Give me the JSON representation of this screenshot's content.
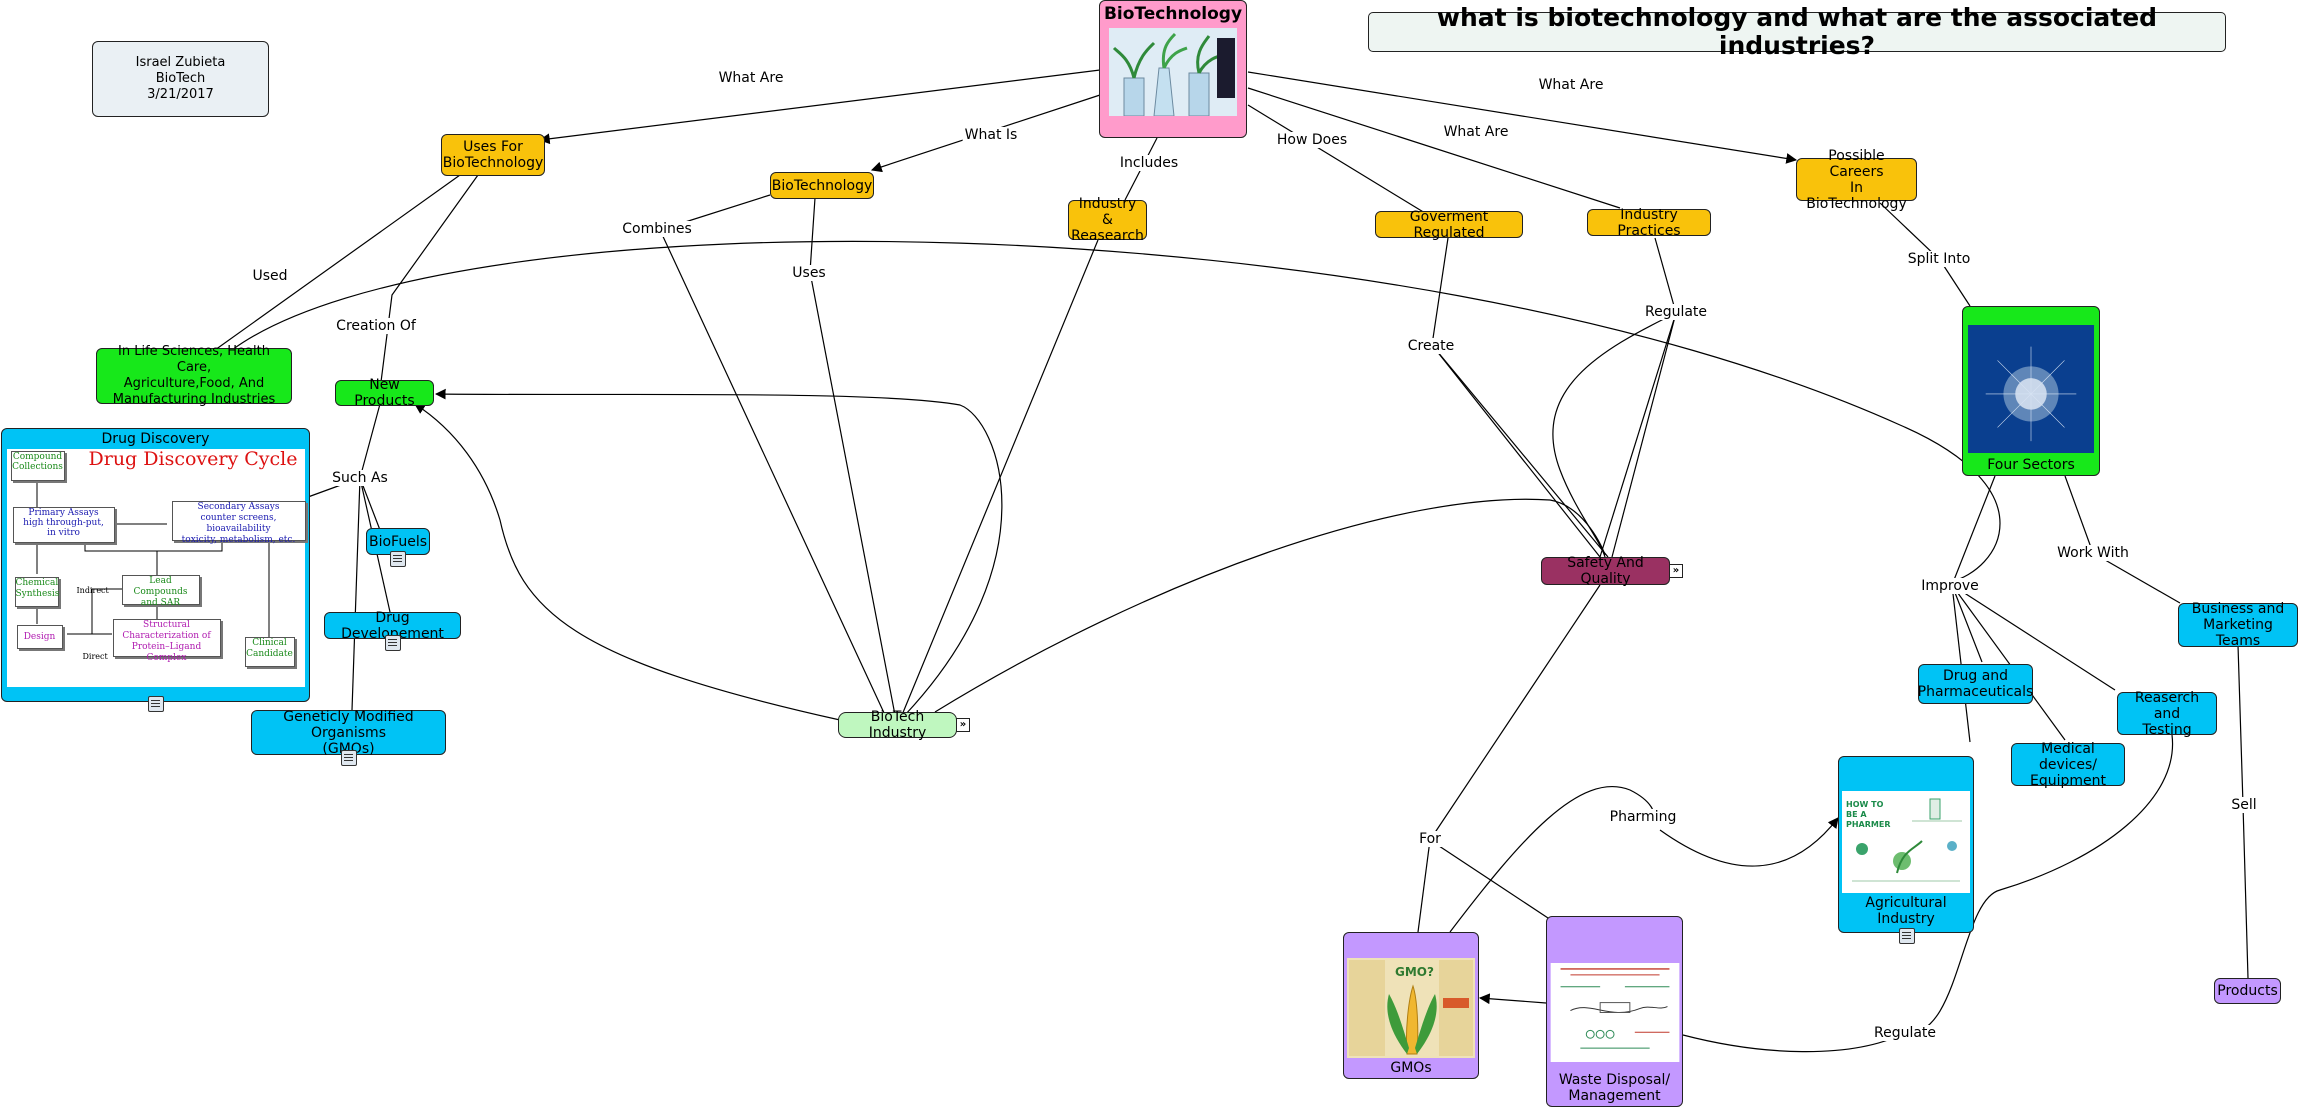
{
  "title": "what is biotechnology and what are the associated industries?",
  "author_box": {
    "name": "Israel Zubieta",
    "subject": "BioTech",
    "date": "3/21/2017"
  },
  "nodes": {
    "biotech_root": "BioTechnology",
    "uses_for": "Uses For\nBioTechnology",
    "biotechnology": "BioTechnology",
    "industry_research": "Industry &\nReasearch",
    "government_regulated": "Goverment Regulated",
    "industry_practices": "Industry Practices",
    "possible_careers": "Possible Careers\nIn BioTechnology",
    "life_sciences": "In Life Sciences, Health Care,\nAgriculture,Food, And\nManufacturing Industries",
    "new_products": "New Products",
    "drug_discovery": "Drug Discovery",
    "biofuels": "BioFuels",
    "drug_development": "Drug Developement",
    "gmos_organisms": "Geneticly Modified Organisms\n(GMOs)",
    "biotech_industry": "BioTech Industry",
    "safety_quality": "Safety And Quality",
    "four_sectors": "Four Sectors",
    "business_marketing": "Business and\nMarketing Teams",
    "drug_pharma": "Drug and\nPharmaceuticals",
    "medical_devices": "Medical devices/\nEquipment",
    "research_testing": "Reaserch and\nTesting",
    "agricultural": "Agricultural\nIndustry",
    "gmos": "GMOs",
    "waste_disposal": "Waste Disposal/\nManagement",
    "products": "Products"
  },
  "edge_labels": {
    "what_are_left": "What Are",
    "what_is": "What Is",
    "includes": "Includes",
    "how_does": "How Does",
    "what_are_mid": "What Are",
    "what_are_right": "What Are",
    "used": "Used",
    "combines": "Combines",
    "creation_of": "Creation Of",
    "uses": "Uses",
    "such_as": "Such As",
    "create": "Create",
    "regulate_top": "Regulate",
    "split_into": "Split Into",
    "improve": "Improve",
    "work_with": "Work With",
    "sell": "Sell",
    "pharming": "Pharming",
    "for": "For",
    "regulate_bottom": "Regulate"
  },
  "drug_cycle": {
    "title": "Drug Discovery Cycle",
    "compound": "Compound\nCollections",
    "primary": "Primary Assays\nhigh through-put,\nin vitro",
    "secondary": "Secondary Assays\ncounter screens, bioavailability\ntoxicity, metabolism, etc.",
    "lead": "Lead Compounds\nand SAR",
    "chemical": "Chemical\nSynthesis",
    "indirect": "Indirect",
    "direct": "Direct",
    "structural": "Structural\nCharacterization of\nProtein–Ligand Complex",
    "design": "Design",
    "clinical": "Clinical\nCandidate"
  },
  "colors": {
    "yellow": "#f9c20b",
    "green": "#17e81a",
    "blue": "#00c3f5",
    "light_green": "#bff7bf",
    "purple": "#c398ff",
    "maroon": "#9a3162",
    "pink": "#ff9bcb"
  }
}
